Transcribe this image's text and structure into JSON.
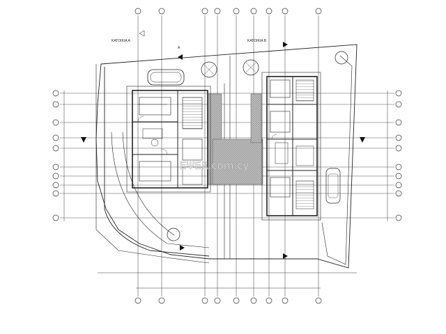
{
  "drawing": {
    "title_left": "ΚΑΤΟΙΚΙΑ Α",
    "title_right": "ΚΑΤΟΙΚΙΑ Β",
    "watermark": "ΕΨΕR.com.cy",
    "section_marker": "A"
  },
  "colors": {
    "line": "#222222",
    "grid": "#555555",
    "hatch": "#9a9a9a",
    "paper": "#ffffff"
  }
}
